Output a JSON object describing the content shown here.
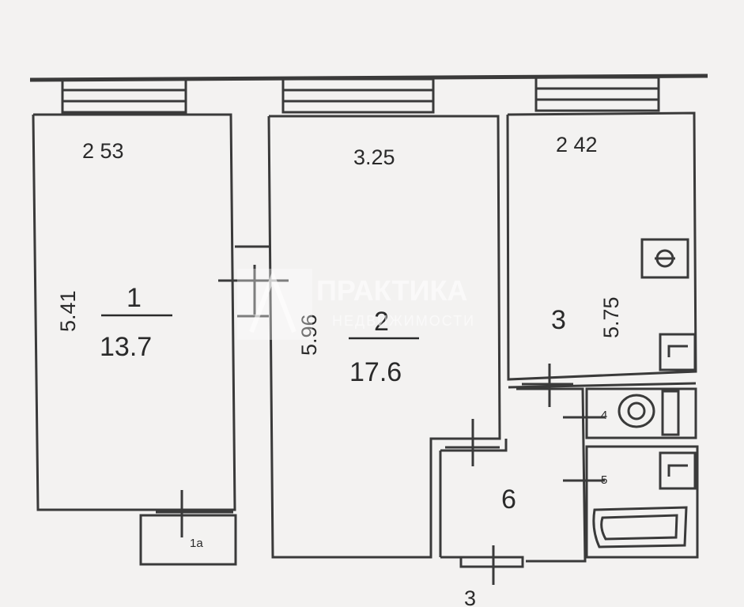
{
  "rooms": {
    "room1": {
      "width": "2 53",
      "length": "5.41",
      "number": "1",
      "area": "13.7"
    },
    "room2": {
      "width": "3.25",
      "length": "5.96",
      "number": "2",
      "area": "17.6"
    },
    "room3": {
      "width": "2 42",
      "length": "5.75",
      "number": "3"
    },
    "room6": {
      "number": "6"
    },
    "balcony": {
      "number": "1a"
    },
    "bath_small": {
      "number": "5"
    },
    "toilet_small": {
      "number": "4"
    }
  },
  "bottom_label": "3",
  "watermark": {
    "line1": "ПРАКТИКА",
    "line2": "НЕДВИЖИМОСТИ"
  }
}
